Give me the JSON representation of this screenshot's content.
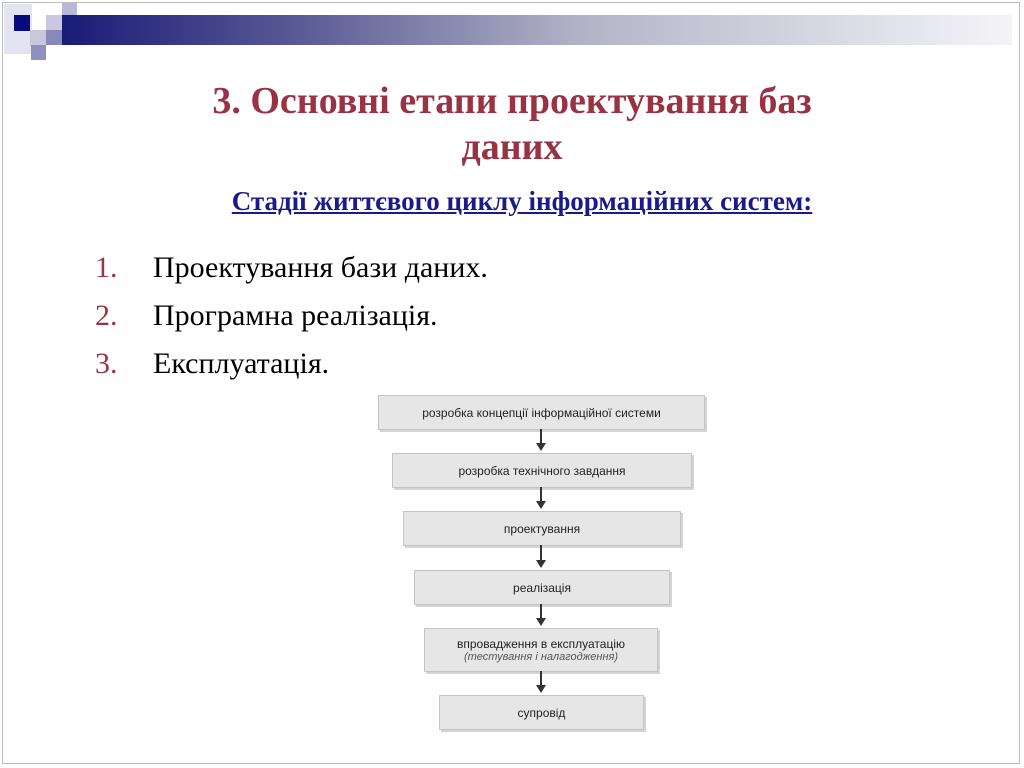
{
  "title": {
    "line1": "3. Основні етапи проектування баз",
    "line2": "даних"
  },
  "subtitle": "Стадії життєвого циклу інформаційних систем:",
  "list": [
    {
      "num": "1.",
      "text": "Проектування бази даних."
    },
    {
      "num": "2.",
      "text": "Програмна реалізація."
    },
    {
      "num": "3.",
      "text": "Експлуатація."
    }
  ],
  "diagram": {
    "steps": [
      {
        "label": "розробка концепції інформаційної системи"
      },
      {
        "label": "розробка технічного завдання"
      },
      {
        "label": "проектування"
      },
      {
        "label": "реалізація"
      },
      {
        "label": "впровадження в експлуатацію",
        "note": "(тестування і налагодження)"
      },
      {
        "label": "супровід"
      }
    ]
  },
  "colors": {
    "title": "#993344",
    "subtitle": "#1a1a8a",
    "accent": "#1a1a78"
  }
}
